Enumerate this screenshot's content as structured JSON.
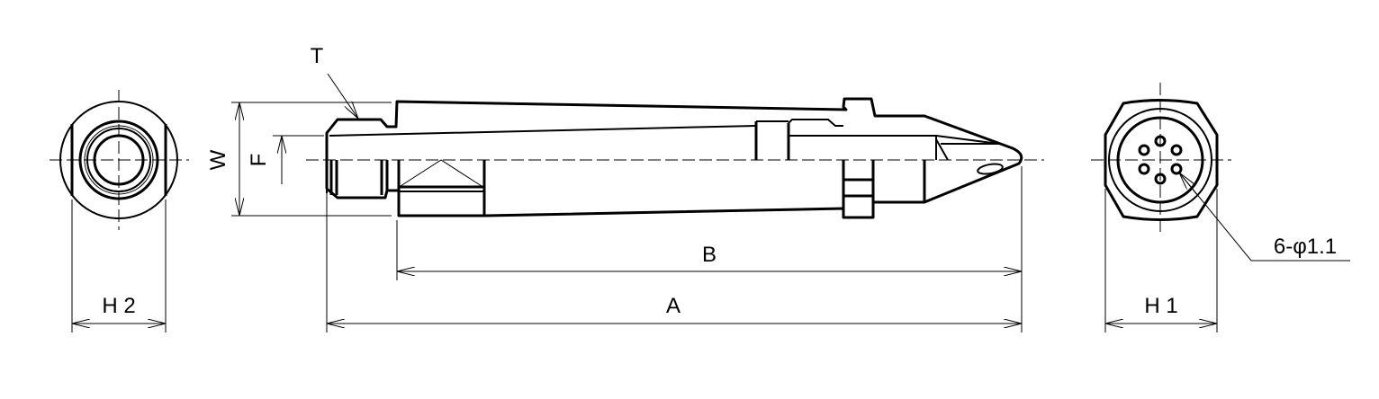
{
  "drawing": {
    "labels": {
      "thread": "T",
      "width": "W",
      "flat": "F",
      "length_b": "B",
      "length_a": "A",
      "hex_left": "H 2",
      "hex_right": "H 1",
      "holes": "6-φ1.1"
    },
    "line_color": "#000000",
    "background": "#ffffff"
  }
}
